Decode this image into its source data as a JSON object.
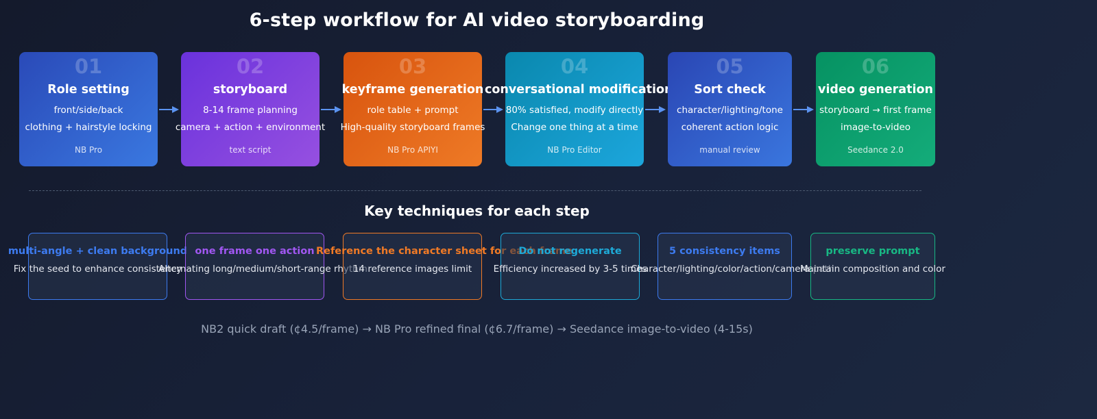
{
  "title": "6-step workflow for AI video storyboarding",
  "steps": [
    {
      "num": "01",
      "title": "Role setting",
      "line1": "front/side/back",
      "line2": "clothing + hairstyle locking",
      "tool": "NB Pro",
      "color_start": "#2a4ab8",
      "color_end": "#3a78e0"
    },
    {
      "num": "02",
      "title": "storyboard",
      "line1": "8-14 frame planning",
      "line2": "camera + action + environment",
      "tool": "text script",
      "color_start": "#6a32dc",
      "color_end": "#9650e0"
    },
    {
      "num": "03",
      "title": "keyframe generation",
      "line1": "role table + prompt",
      "line2": "High-quality storyboard frames",
      "tool": "NB Pro APIYI",
      "color_start": "#d8540e",
      "color_end": "#ee7a26"
    },
    {
      "num": "04",
      "title": "conversational modification",
      "line1": "80% satisfied, modify directly",
      "line2": "Change one thing at a time",
      "tool": "NB Pro Editor",
      "color_start": "#0a88ae",
      "color_end": "#1ca6dc"
    },
    {
      "num": "05",
      "title": "Sort check",
      "line1": "character/lighting/tone",
      "line2": "coherent action logic",
      "tool": "manual review",
      "color_start": "#2a46b4",
      "color_end": "#3a76de"
    },
    {
      "num": "06",
      "title": "video generation",
      "line1": "storyboard → first frame",
      "line2": "image-to-video",
      "tool": "Seedance 2.0",
      "color_start": "#069262",
      "color_end": "#14ac7a"
    }
  ],
  "subtitle": "Key techniques for each step",
  "techniques": [
    {
      "title": "multi-angle + clean background",
      "desc": "Fix the seed to enhance consistency",
      "color": "#3d7bf0"
    },
    {
      "title": "one frame one action",
      "desc": "Alternating long/medium/short-range rhythm",
      "color": "#a157f2"
    },
    {
      "title": "Reference the character sheet for each frame",
      "desc": "14 reference images limit",
      "color": "#f07a26"
    },
    {
      "title": "Do not regenerate",
      "desc": "Efficiency increased by 3-5 times",
      "color": "#1eaad8"
    },
    {
      "title": "5 consistency items",
      "desc": "Character/lighting/color/action/camera path",
      "color": "#3d7bf0"
    },
    {
      "title": "preserve prompt",
      "desc": "Maintain composition and color",
      "color": "#18b884"
    }
  ],
  "footer": "NB2 quick draft (¢4.5/frame) → NB Pro refined final (¢6.7/frame) → Seedance image-to-video (4-15s)",
  "arrow_color": "#5b93f0"
}
